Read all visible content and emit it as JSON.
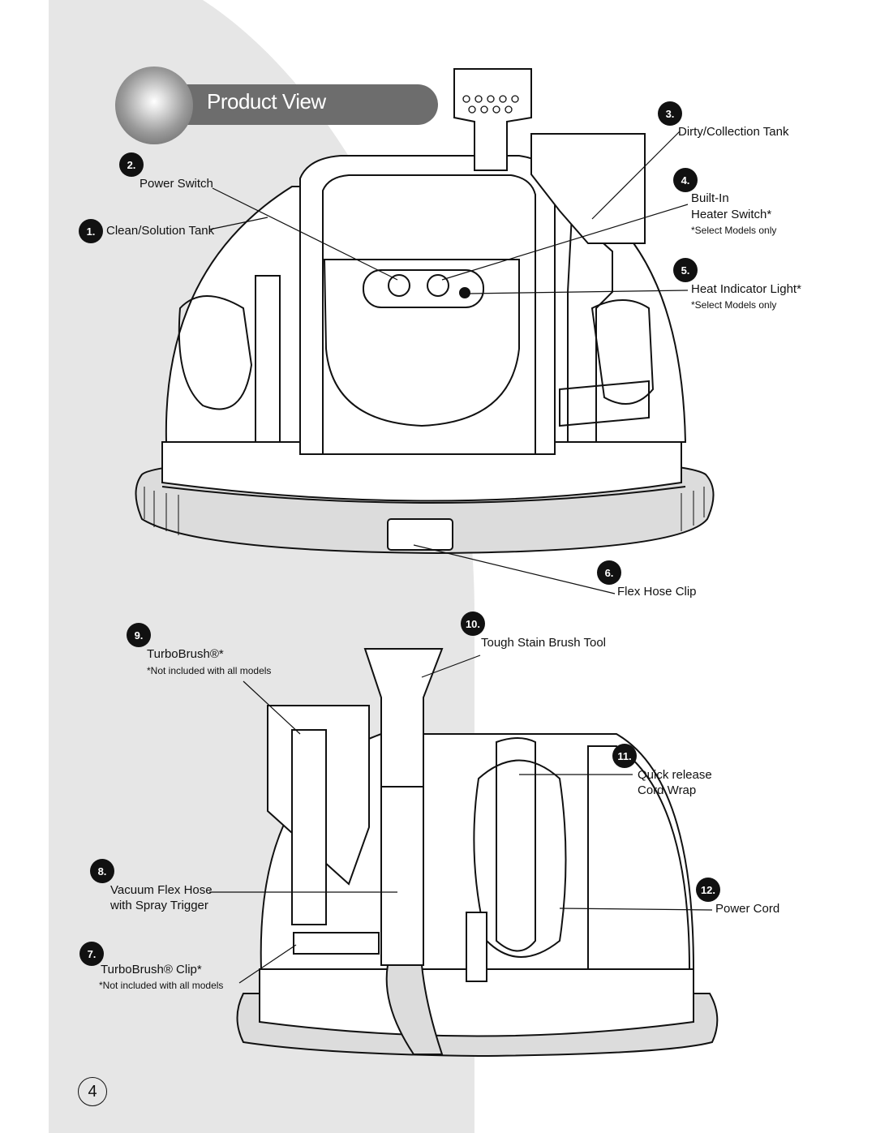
{
  "header": {
    "title": "Product View"
  },
  "callouts": [
    {
      "num": "1.",
      "label": "Clean/Solution Tank"
    },
    {
      "num": "2.",
      "label": "Power Switch"
    },
    {
      "num": "3.",
      "label": "Dirty/Collection Tank"
    },
    {
      "num": "4.",
      "label_line1": "Built-In",
      "label_line2": "Heater Switch*",
      "note": "*Select Models only"
    },
    {
      "num": "5.",
      "label": "Heat Indicator Light*",
      "note": "*Select Models only"
    },
    {
      "num": "6.",
      "label": "Flex Hose Clip"
    },
    {
      "num": "7.",
      "label": "TurboBrush® Clip*",
      "note": "*Not included with all models"
    },
    {
      "num": "8.",
      "label_line1": "Vacuum Flex Hose",
      "label_line2": "with Spray Trigger"
    },
    {
      "num": "9.",
      "label": "TurboBrush®*",
      "note": "*Not included with all models"
    },
    {
      "num": "10.",
      "label": "Tough Stain Brush Tool"
    },
    {
      "num": "11.",
      "label_line1": "Quick release",
      "label_line2": "Cord Wrap"
    },
    {
      "num": "12.",
      "label": "Power Cord"
    }
  ],
  "page_number": "4"
}
